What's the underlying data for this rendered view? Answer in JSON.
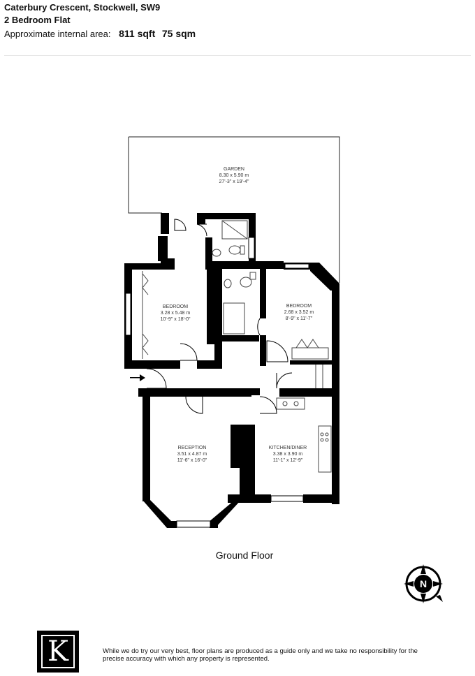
{
  "header": {
    "address": "Caterbury Crescent, Stockwell, SW9",
    "property_type": "2 Bedroom Flat",
    "area_label": "Approximate internal area:",
    "area_sqft": "811 sqft",
    "area_sqm": "75 sqm"
  },
  "rooms": [
    {
      "id": "garden",
      "name": "GARDEN",
      "metric": "8.30 x 5.90 m",
      "imperial": "27'-3\" x 19'-4\""
    },
    {
      "id": "bedroom-1",
      "name": "BEDROOM",
      "metric": "3.28 x 5.48 m",
      "imperial": "10'-9\" x 18'-0\""
    },
    {
      "id": "bedroom-2",
      "name": "BEDROOM",
      "metric": "2.68 x 3.52 m",
      "imperial": "8'-9\" x 11'-7\""
    },
    {
      "id": "reception",
      "name": "RECEPTION",
      "metric": "3.51 x 4.87 m",
      "imperial": "11'-6\" x 16'-0\""
    },
    {
      "id": "kitchen",
      "name": "KITCHEN/DINER",
      "metric": "3.38 x 3.90 m",
      "imperial": "11'-1\" x 12'-9\""
    }
  ],
  "floor_label": "Ground Floor",
  "compass_letter": "N",
  "logo_letter": "K",
  "disclaimer": "While we do try our very best, floor plans are produced as a guide only and we take no responsibility for the precise accuracy with which any property is represented.",
  "icons": {
    "compass": "compass-icon",
    "logo": "agency-logo-icon",
    "entrance": "entrance-arrow-icon"
  },
  "colors": {
    "walls": "#000000",
    "background": "#ffffff",
    "fixtures": "#555555"
  }
}
